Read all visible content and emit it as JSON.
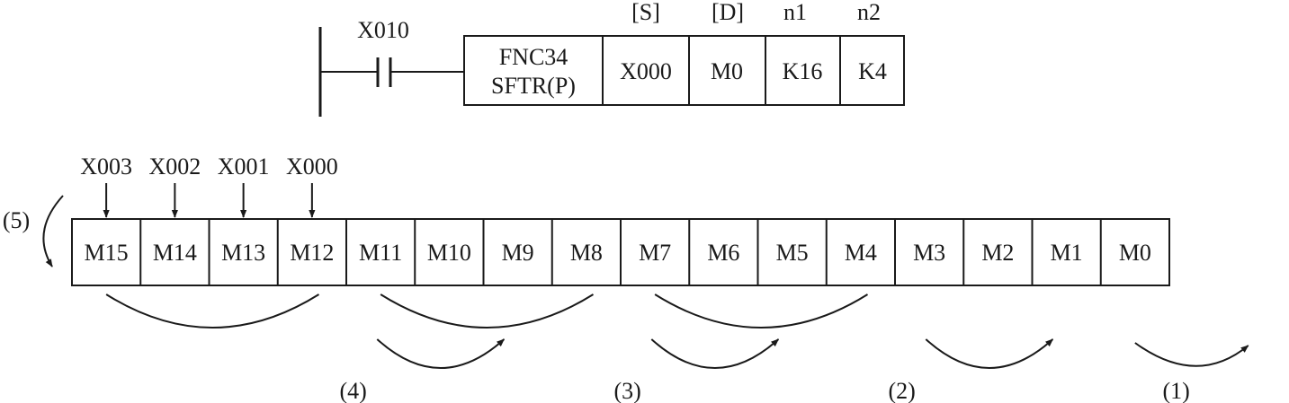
{
  "ladder": {
    "contact_label": "X010",
    "instruction": {
      "code": "FNC34",
      "mnemonic": "SFTR(P)",
      "operands": [
        {
          "header": "[S]",
          "value": "X000"
        },
        {
          "header": "[D]",
          "value": "M0"
        },
        {
          "header": "n1",
          "value": "K16"
        },
        {
          "header": "n2",
          "value": "K4"
        }
      ]
    }
  },
  "register": {
    "cells": [
      "M15",
      "M14",
      "M13",
      "M12",
      "M11",
      "M10",
      "M9",
      "M8",
      "M7",
      "M6",
      "M5",
      "M4",
      "M3",
      "M2",
      "M1",
      "M0"
    ],
    "inputs": [
      "X003",
      "X002",
      "X001",
      "X000"
    ],
    "wrap_label": "(5)"
  },
  "steps": [
    "(4)",
    "(3)",
    "(2)",
    "(1)"
  ],
  "colors": {
    "line": "#1a1a1a",
    "background": "#ffffff"
  }
}
